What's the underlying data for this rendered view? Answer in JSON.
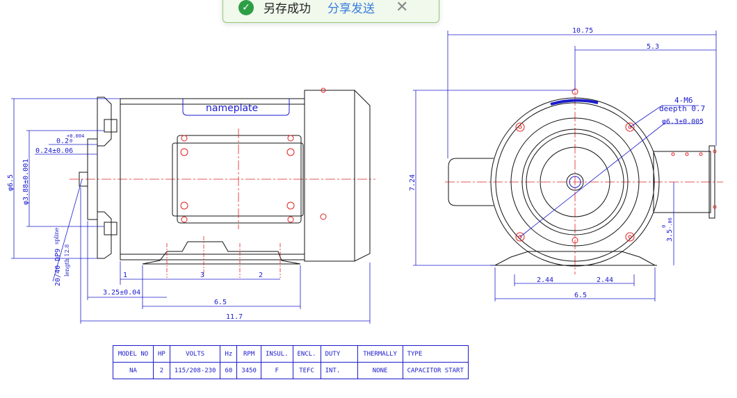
{
  "toast": {
    "message": "另存成功",
    "link": "分享发送",
    "close_symbol": "✕",
    "status_icon": "check-circle-icon",
    "status_color": "#2e9e45"
  },
  "drawing": {
    "line_color": "#1a1acc",
    "center_color": "#e02020",
    "side_view": {
      "nameplate": "nameplate",
      "dims": {
        "d65": "φ6.5",
        "d388": "φ3.88±0.001",
        "c02": "0.2",
        "c02tol_top": "+0.004",
        "c02tol_bot": "0",
        "c024": "0.24±0.06",
        "spline": "20/40 DP9",
        "spline_note": "spline",
        "spline_len": "length 12.8",
        "d1": "1",
        "d3": "3",
        "d2": "2",
        "d325": "3.25±0.04",
        "d65b": "6.5",
        "d117": "11.7"
      }
    },
    "end_view": {
      "dims": {
        "w1075": "10.75",
        "w53": "5.3",
        "h724": "7.24",
        "holes": "4-M6",
        "depth": "deepth 0.7",
        "bolt_circle": "φ6.3±0.005",
        "h35": "3.5",
        "h35tol_top": "0",
        "h35tol_bot": "-.06",
        "s244a": "2.44",
        "s244b": "2.44",
        "w65": "6.5"
      }
    }
  },
  "spec_table": {
    "headers": [
      "MODEL NO",
      "HP",
      "VOLTS",
      "Hz",
      "RPM",
      "INSUL.",
      "ENCL.",
      "DUTY",
      "THERMALLY",
      "TYPE"
    ],
    "values": [
      "NA",
      "2",
      "115/208-230",
      "60",
      "3450",
      "F",
      "TEFC",
      "INT.",
      "NONE",
      "CAPACITOR START"
    ]
  }
}
